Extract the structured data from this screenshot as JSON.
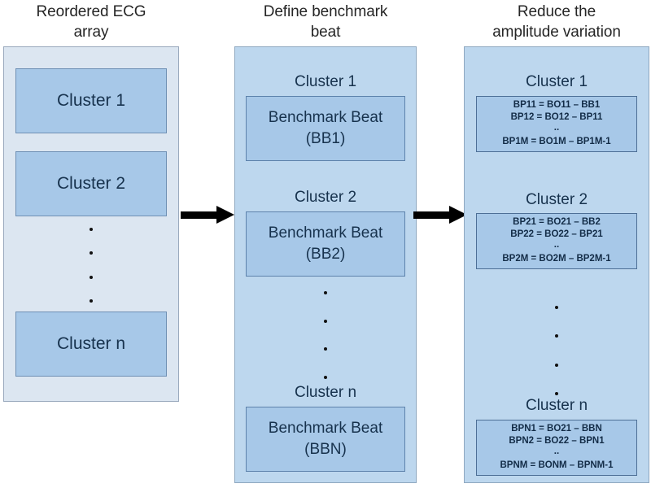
{
  "columns": {
    "reordered": {
      "title": "Reordered ECG array",
      "title_line1": "Reordered ECG",
      "title_line2": "array",
      "clusters": [
        {
          "label": "Cluster 1"
        },
        {
          "label": "Cluster 2"
        },
        {
          "label": "Cluster n"
        }
      ],
      "ellipsis_dots": 4
    },
    "benchmark": {
      "title": "Define benchmark beat",
      "title_line1": "Define benchmark",
      "title_line2": "beat",
      "clusters": [
        {
          "label": "Cluster 1",
          "box_line1": "Benchmark Beat",
          "box_line2": "(BB1)"
        },
        {
          "label": "Cluster 2",
          "box_line1": "Benchmark Beat",
          "box_line2": "(BB2)"
        },
        {
          "label": "Cluster n",
          "box_line1": "Benchmark Beat",
          "box_line2": "(BBN)"
        }
      ],
      "ellipsis_dots": 4
    },
    "reduce": {
      "title": "Reduce the amplitude variation",
      "title_line1": "Reduce the",
      "title_line2": "amplitude variation",
      "clusters": [
        {
          "label": "Cluster 1",
          "formula_1": "BP11 = BO11 – BB1",
          "formula_2": "BP12 = BO12 – BP11",
          "ellipsis": "..",
          "formula_n": "BP1M = BO1M – BP1M-1"
        },
        {
          "label": "Cluster 2",
          "formula_1": "BP21 = BO21 – BB2",
          "formula_2": "BP22 = BO22 – BP21",
          "ellipsis": "..",
          "formula_n": "BP2M = BO2M – BP2M-1"
        },
        {
          "label": "Cluster n",
          "formula_1": "BPN1 = BO21 – BBN",
          "formula_2": "BPN2 = BO22 – BPN1",
          "ellipsis": "..",
          "formula_n": "BPNM = BONM – BPNM-1"
        }
      ],
      "ellipsis_dots": 4
    }
  },
  "arrows": [
    {
      "name": "arrow-reordered-to-benchmark",
      "direction": "right"
    },
    {
      "name": "arrow-benchmark-to-reduce",
      "direction": "right"
    }
  ],
  "colors": {
    "panel_light": "#dce6f1",
    "panel_blue": "#bdd7ee",
    "box_fill": "#a7c8e8",
    "box_border": "#6f90b4",
    "text": "#17324d",
    "arrow": "#000000",
    "background": "#ffffff"
  }
}
